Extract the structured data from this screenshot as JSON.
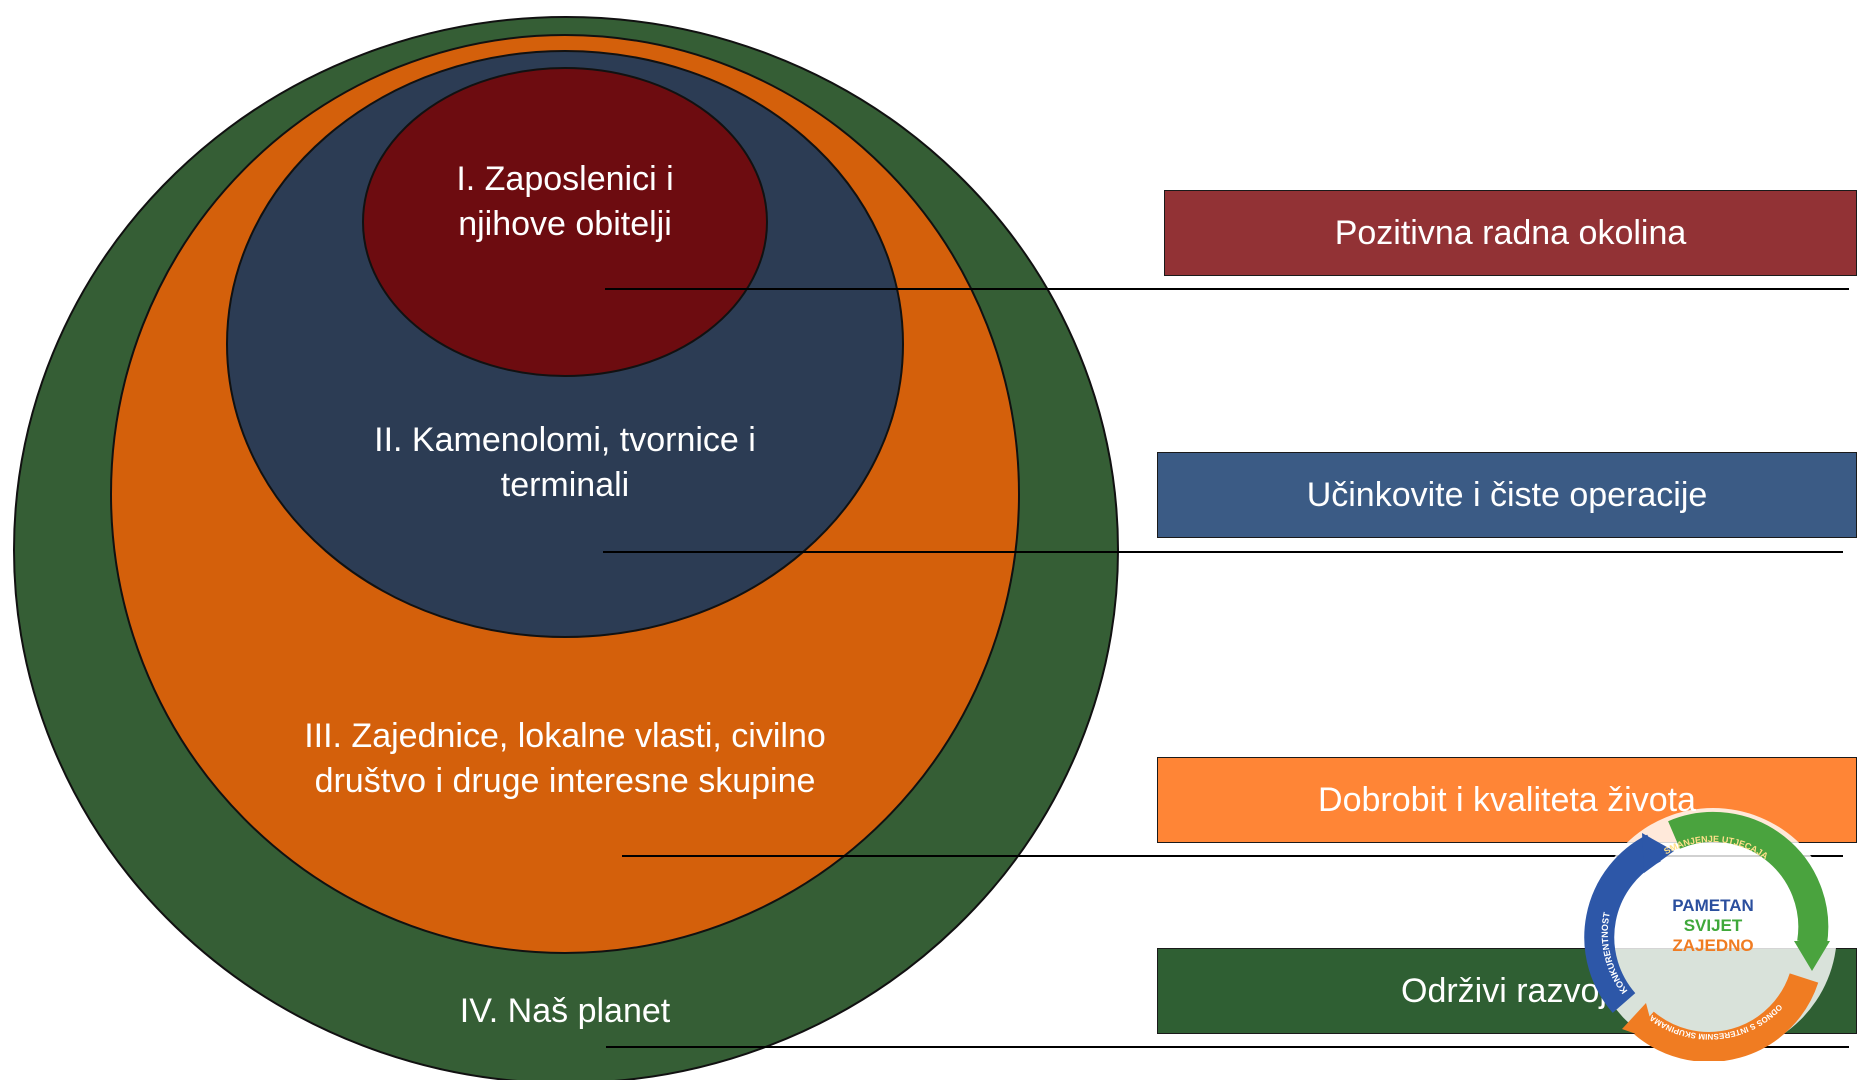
{
  "circles": [
    {
      "id": "outer",
      "label": "IV. Naš planet",
      "color": "#355e35"
    },
    {
      "id": "middle",
      "label": "III. Zajednice, lokalne vlasti, civilno\ndruštvo i druge interesne skupine",
      "color": "#d4600b"
    },
    {
      "id": "inner",
      "label": "II.  Kamenolomi, tvornice i\nterminali",
      "color": "#2c3c54"
    },
    {
      "id": "core",
      "label": "I.  Zaposlenici i\nnjihove obitelji",
      "color": "#6d0c10"
    }
  ],
  "boxes": [
    {
      "label": "Pozitivna radna okolina",
      "color": "#923235"
    },
    {
      "label": "Učinkovite i čiste operacije",
      "color": "#3b5b85"
    },
    {
      "label": "Dobrobit i kvaliteta života",
      "color": "#ff8536"
    },
    {
      "label": "Održivi razvoj",
      "color": "#2f5f33"
    }
  ],
  "logo": {
    "center_lines": [
      "PAMETAN",
      "SVIJET",
      "ZAJEDNO"
    ],
    "center_colors": [
      "#2b4f9e",
      "#3fa83a",
      "#f07c22"
    ],
    "ring_texts": [
      "SMANJENJE UTJECAJA",
      "KONKURENTNOST",
      "ODNOS S INTERESNIM SKUPINAMA"
    ]
  }
}
